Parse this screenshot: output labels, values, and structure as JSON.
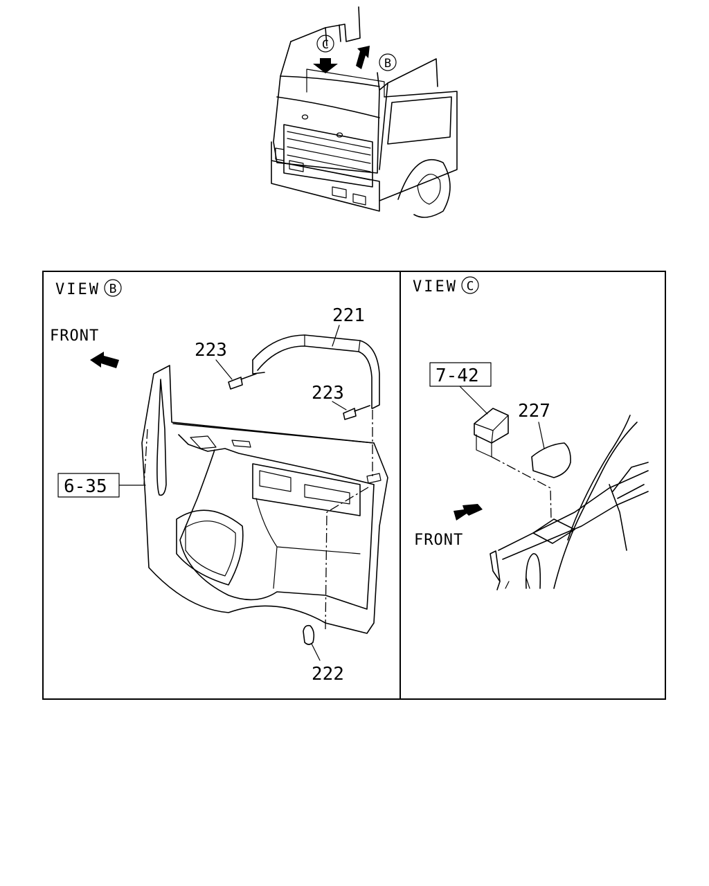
{
  "views": {
    "b": {
      "prefix": "VIEW",
      "letter": "B"
    },
    "c": {
      "prefix": "VIEW",
      "letter": "C"
    }
  },
  "overview": {
    "marker_b": "B",
    "marker_c": "C"
  },
  "labels": {
    "front_b": "FRONT",
    "front_c": "FRONT",
    "p221": "221",
    "p223a": "223",
    "p223b": "223",
    "p222": "222",
    "p227": "227",
    "ref_635": "6-35",
    "ref_742": "7-42"
  }
}
